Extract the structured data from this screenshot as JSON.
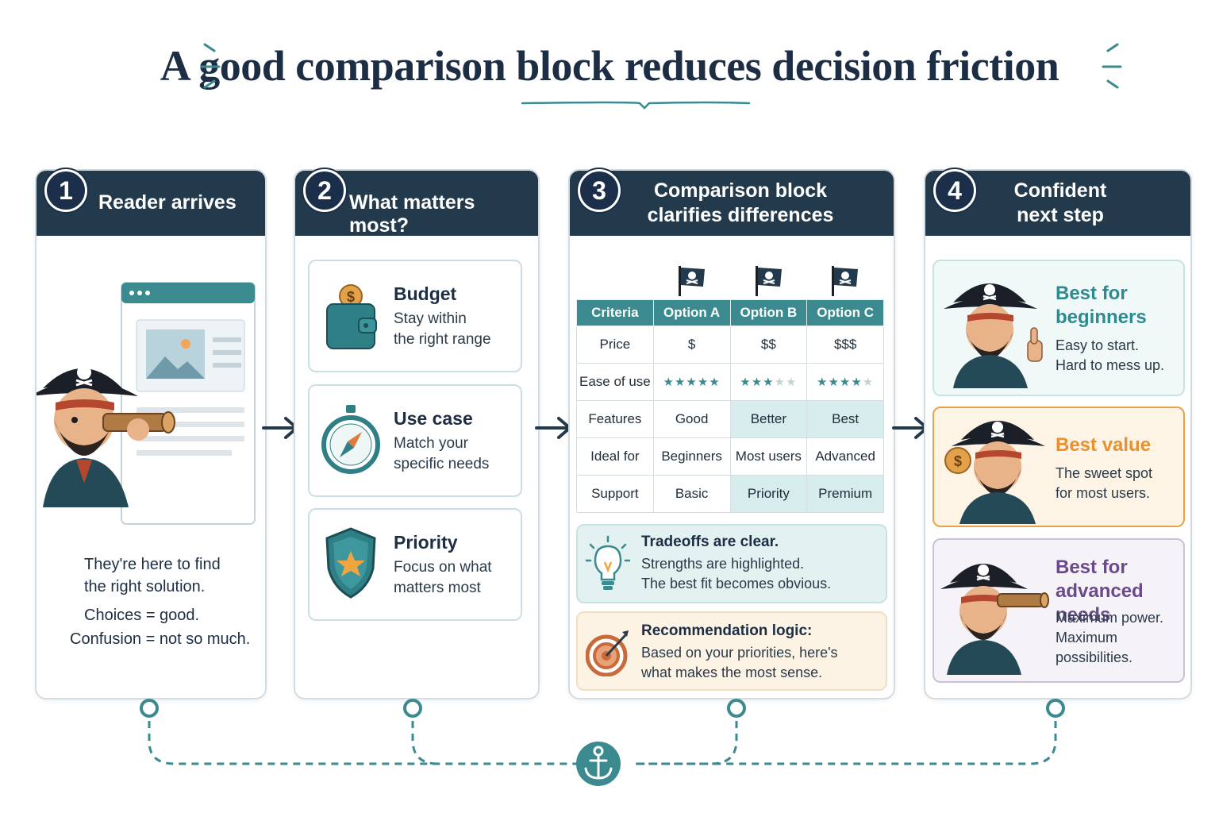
{
  "title": "A good comparison block reduces decision friction",
  "steps": [
    {
      "number": "1",
      "title": "Reader arrives"
    },
    {
      "number": "2",
      "title": "What matters most?"
    },
    {
      "number": "3",
      "title_line1": "Comparison block",
      "title_line2": "clarifies differences"
    },
    {
      "number": "4",
      "title_line1": "Confident",
      "title_line2": "next step"
    }
  ],
  "reader": {
    "line1": "They're here to find",
    "line2": "the right solution.",
    "choices": "Choices = good.",
    "confusion": "Confusion = not so much."
  },
  "priorities": [
    {
      "title": "Budget",
      "line1": "Stay within",
      "line2": "the right range",
      "icon": "wallet-icon"
    },
    {
      "title": "Use case",
      "line1": "Match your",
      "line2": "specific needs",
      "icon": "compass-icon"
    },
    {
      "title": "Priority",
      "line1": "Focus on what",
      "line2": "matters most",
      "icon": "shield-star-icon"
    }
  ],
  "comparison": {
    "headers": [
      "Criteria",
      "Option A",
      "Option B",
      "Option C"
    ],
    "rows": [
      {
        "label": "Price",
        "a": "$",
        "b": "$$",
        "c": "$$$"
      },
      {
        "label": "Ease of use",
        "a_stars": 5,
        "b_stars": 3,
        "c_stars": 4
      },
      {
        "label": "Features",
        "a": "Good",
        "b": "Better",
        "c": "Best"
      },
      {
        "label": "Ideal for",
        "a": "Beginners",
        "b": "Most users",
        "c": "Advanced"
      },
      {
        "label": "Support",
        "a": "Basic",
        "b": "Priority",
        "c": "Premium"
      }
    ],
    "star_max": 5
  },
  "tradeoffs": {
    "title": "Tradeoffs are clear.",
    "line1": "Strengths are highlighted.",
    "line2": "The best fit becomes obvious.",
    "icon": "lightbulb-icon"
  },
  "recommendation": {
    "title": "Recommendation logic:",
    "line1": "Based on your priorities, here's",
    "line2": "what makes the most sense.",
    "icon": "target-icon"
  },
  "outcomes": [
    {
      "title_line1": "Best for",
      "title_line2": "beginners",
      "line1": "Easy to start.",
      "line2": "Hard to mess up.",
      "line3": "",
      "color": "#2f8a8f"
    },
    {
      "title_line1": "Best value",
      "title_line2": "",
      "line1": "The sweet spot",
      "line2": "for most users.",
      "line3": "",
      "color": "#e8902f"
    },
    {
      "title_line1": "Best for",
      "title_line2": "advanced needs",
      "line1": "Maximum power.",
      "line2": "Maximum",
      "line3": "possibilities.",
      "color": "#6a4a8a"
    }
  ],
  "colors": {
    "navy": "#23394c",
    "teal": "#3a8a8f",
    "orange": "#e8902f",
    "purple": "#6a4a8a"
  }
}
